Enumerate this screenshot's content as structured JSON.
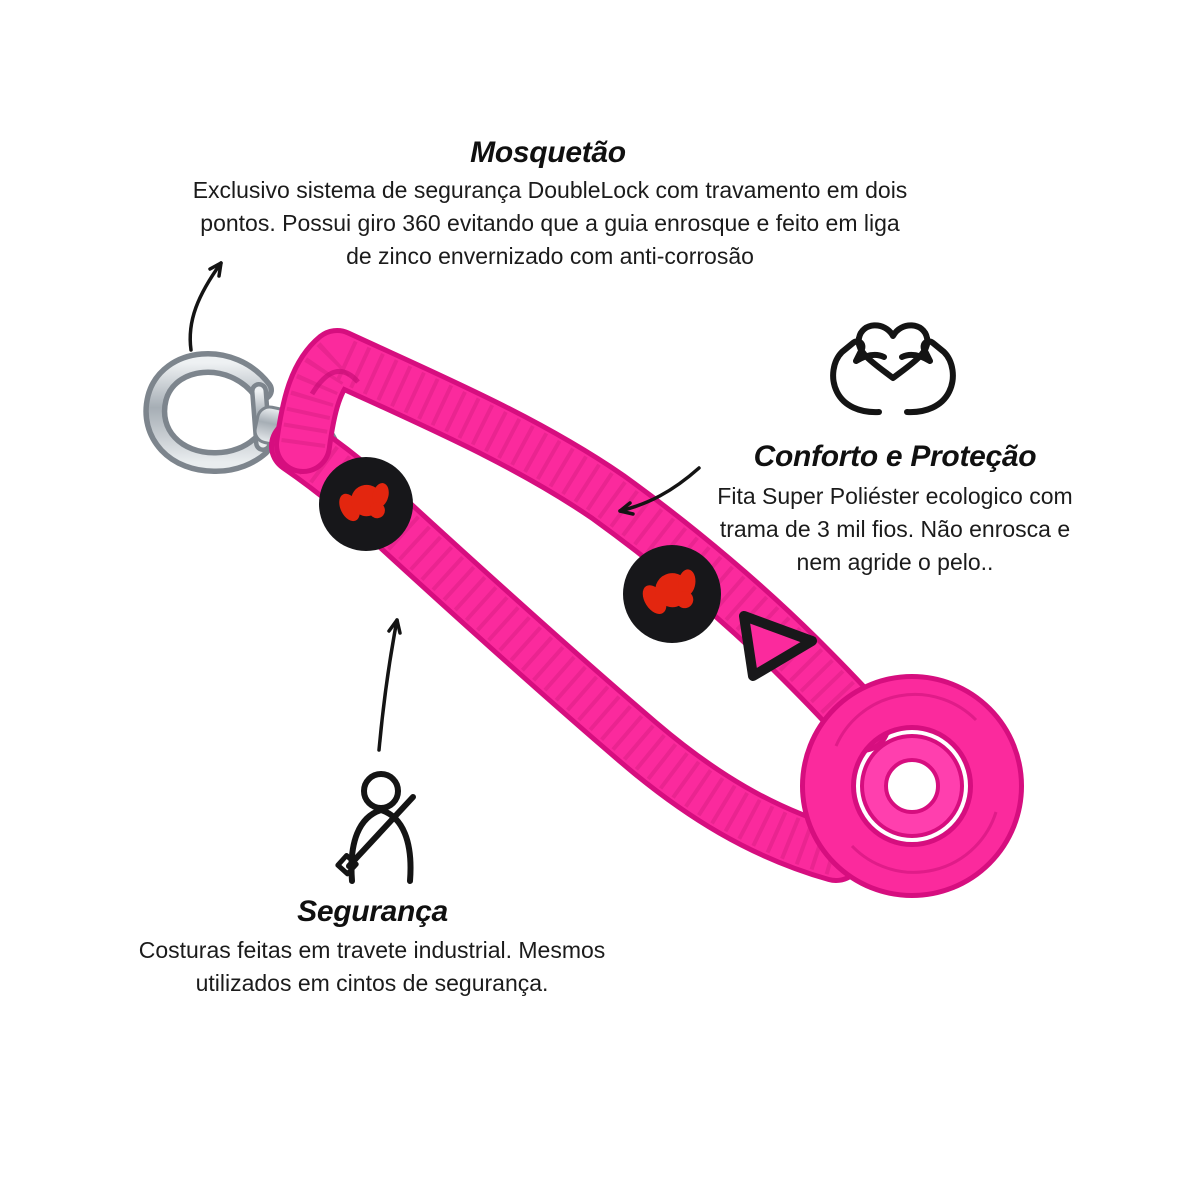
{
  "page": {
    "background": "#ffffff"
  },
  "colors": {
    "leash_pink": "#fb2a9d",
    "leash_pink_dark": "#d60e7f",
    "patch_black": "#17171a",
    "logo_red": "#e3260f",
    "chrome_gray": "#aab2b9",
    "text": "#1b1b1b"
  },
  "callouts": {
    "mosquetao": {
      "title": "Mosquetão",
      "description": "Exclusivo sistema de segurança DoubleLock com travamento em dois pontos. Possui giro 360 evitando que a guia enrosque e feito em liga de zinco envernizado com anti-corrosão"
    },
    "conforto": {
      "title": "Conforto e Proteção",
      "description": "Fita Super Poliéster ecologico com trama de 3 mil fios. Não enrosca e nem agride o pelo..",
      "icon": "hands-holding-heart-icon"
    },
    "seguranca": {
      "title": "Segurança",
      "description": "Costuras feitas em travete industrial. Mesmos utilizados em cintos de segurança.",
      "icon": "seatbelt-person-icon"
    }
  },
  "product": {
    "name": "dog-leash",
    "parts": [
      "carabiner",
      "upper-strap",
      "lower-strap",
      "logo-patch",
      "adjuster-triangle",
      "coiled-handle"
    ]
  }
}
